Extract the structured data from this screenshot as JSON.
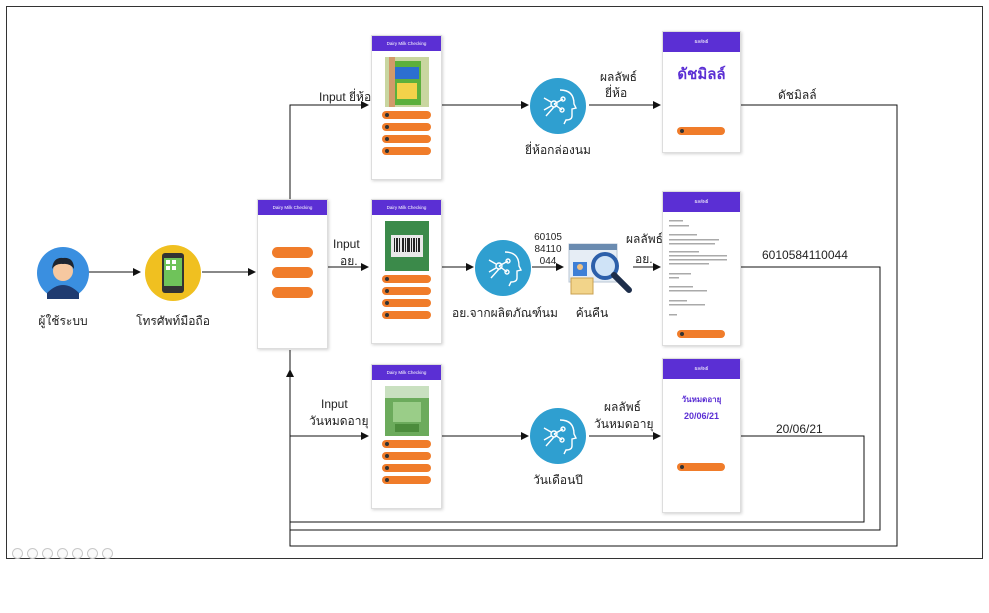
{
  "labels": {
    "user": "ผู้ใช้ระบบ",
    "mobile": "โทรศัพท์มือถือ",
    "input_brand": "Input ยี่ห้อ",
    "input_oy_1": "Input",
    "input_oy_2": "อย.",
    "input_exp_1": "Input",
    "input_exp_2": "วันหมดอายุ",
    "ai_brand": "ยี่ห้อกล่องนม",
    "ai_oy": "อย.จากผลิตภัณฑ์นม",
    "search": "ค้นคืน",
    "ai_date": "วันเดือนปี",
    "oy_number_1": "60105",
    "oy_number_2": "84110",
    "oy_number_3": "044",
    "result_brand_1": "ผลลัพธ์",
    "result_brand_2": "ยี่ห้อ",
    "result_oy_1": "ผลลัพธ์",
    "result_oy_2": "อย.",
    "result_exp_1": "ผลลัพธ์",
    "result_exp_2": "วันหมดอายุ",
    "out_brand": "ดัชมิลล์",
    "out_oy": "6010584110044",
    "out_exp": "20/06/21"
  },
  "app": {
    "title": "Dairy Milk Checking",
    "result_header": "ผลลัพธ์",
    "result_brand_text": "ดัชมิลล์",
    "result_exp_title": "วันหมดอายุ",
    "result_exp_value": "20/06/21"
  },
  "colors": {
    "phone_header": "#5b2fd4",
    "pill": "#f07c2a",
    "ai_circle": "#2f9fd0",
    "avatar_bg": "#3a8fe0",
    "mobile_bg": "#f0c020"
  }
}
